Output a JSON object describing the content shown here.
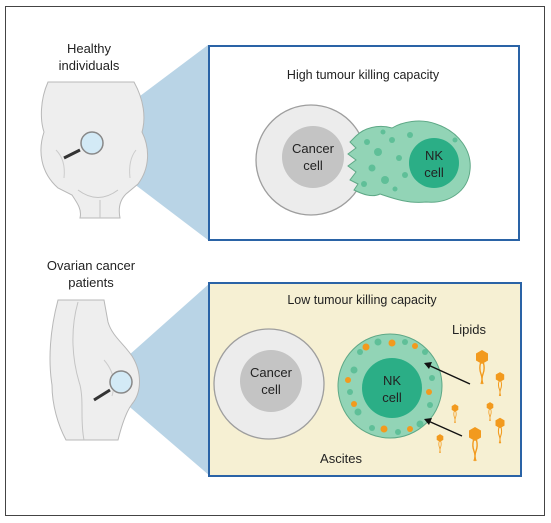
{
  "top_panel": {
    "group_label_line1": "Healthy",
    "group_label_line2": "individuals",
    "title": "High tumour killing capacity",
    "cancer_cell_line1": "Cancer",
    "cancer_cell_line2": "cell",
    "nk_cell_line1": "NK",
    "nk_cell_line2": "cell"
  },
  "bottom_panel": {
    "group_label_line1": "Ovarian cancer",
    "group_label_line2": "patients",
    "title": "Low tumour killing capacity",
    "cancer_cell_line1": "Cancer",
    "cancer_cell_line2": "cell",
    "nk_cell_line1": "NK",
    "nk_cell_line2": "cell",
    "lipids_label": "Lipids",
    "ascites_label": "Ascites"
  },
  "colors": {
    "panel_border": "#2a63a6",
    "callout_blue": "#b9d4e6",
    "ascites_fill": "#f6f0d3",
    "cancer_outer": "#ececec",
    "cancer_inner": "#c4c4c4",
    "nk_outer": "#92d4b6",
    "nk_inner": "#2bae86",
    "lipid": "#f29a1e"
  }
}
